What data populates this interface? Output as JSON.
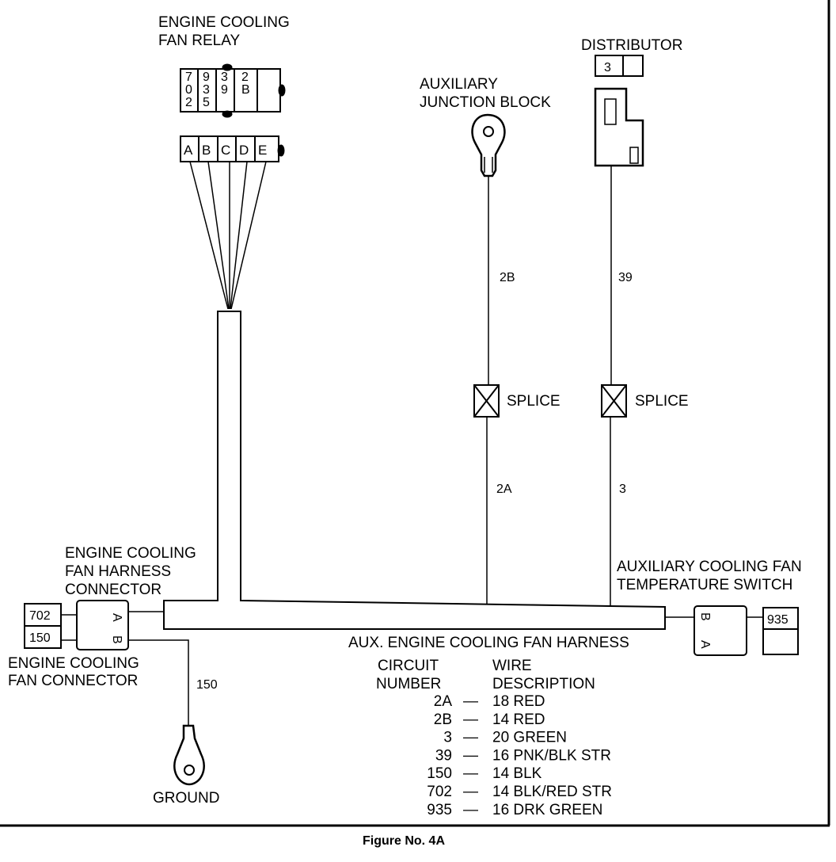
{
  "labels": {
    "relay_title": [
      "ENGINE COOLING",
      "FAN RELAY"
    ],
    "junction_title": [
      "AUXILIARY",
      "JUNCTION BLOCK"
    ],
    "distributor_title": "DISTRIBUTOR",
    "harness_connector_title": [
      "ENGINE COOLING",
      "FAN HARNESS",
      "CONNECTOR"
    ],
    "fan_connector_title": [
      "ENGINE COOLING",
      "FAN CONNECTOR"
    ],
    "temp_switch_title": [
      "AUXILIARY COOLING FAN",
      "TEMPERATURE SWITCH"
    ],
    "harness_title": "AUX. ENGINE COOLING FAN HARNESS",
    "ground": "GROUND",
    "splice_left": "SPLICE",
    "splice_right": "SPLICE",
    "caption": "Figure No. 4A"
  },
  "relay": {
    "top_cells": [
      [
        "7",
        "0",
        "2"
      ],
      [
        "9",
        "3",
        "5"
      ],
      [
        "3",
        "9"
      ],
      [
        "2",
        "B"
      ]
    ],
    "pins": [
      "A",
      "B",
      "C",
      "D",
      "E"
    ]
  },
  "distributor_pin": "3",
  "fan_connector_pins": [
    "702",
    "150"
  ],
  "harness_connector_pins": [
    "A",
    "B"
  ],
  "temp_switch_pins": [
    "B",
    "A"
  ],
  "temp_switch_circuit": "935",
  "wire_labels": {
    "w2B": "2B",
    "w39": "39",
    "w2A": "2A",
    "w3": "3",
    "w150": "150"
  },
  "legend": {
    "header_left": [
      "CIRCUIT",
      "NUMBER"
    ],
    "header_right": [
      "WIRE",
      "DESCRIPTION"
    ],
    "rows": [
      {
        "circuit": "2A",
        "dash": "—",
        "description": "18 RED"
      },
      {
        "circuit": "2B",
        "dash": "—",
        "description": "14 RED"
      },
      {
        "circuit": "3",
        "dash": "—",
        "description": "20 GREEN"
      },
      {
        "circuit": "39",
        "dash": "—",
        "description": "16 PNK/BLK STR"
      },
      {
        "circuit": "150",
        "dash": "—",
        "description": "14 BLK"
      },
      {
        "circuit": "702",
        "dash": "—",
        "description": "14 BLK/RED STR"
      },
      {
        "circuit": "935",
        "dash": "—",
        "description": "16 DRK GREEN"
      }
    ]
  }
}
